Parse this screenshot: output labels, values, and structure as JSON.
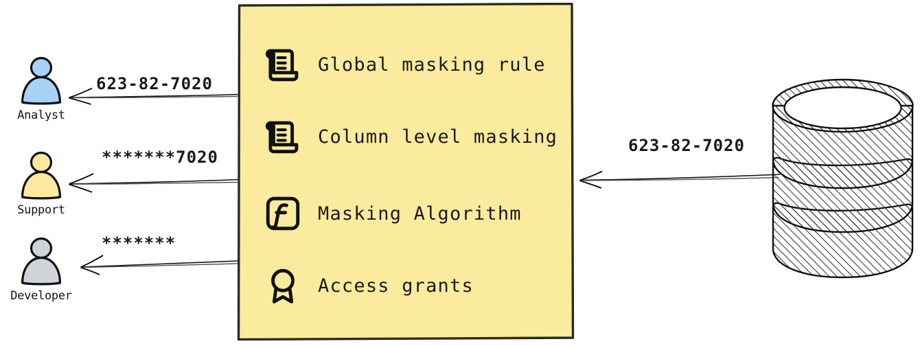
{
  "diagram": {
    "type": "data-masking-flow",
    "colors": {
      "panel_fill": "#fbeb9e",
      "panel_stroke": "#2b2b1f",
      "actor_analyst": "#a5d2f5",
      "actor_support": "#fbe9a0",
      "actor_developer": "#cfd4da",
      "stroke": "#111111",
      "background": "#ffffff"
    }
  },
  "actors": [
    {
      "id": "analyst",
      "label": "Analyst",
      "icon": "person-icon",
      "color": "#a5d2f5",
      "received_value": "623-82-7020",
      "arrow": "left-arrow-icon"
    },
    {
      "id": "support",
      "label": "Support",
      "icon": "person-icon",
      "color": "#fbe9a0",
      "received_value": "*******7020",
      "arrow": "left-arrow-icon"
    },
    {
      "id": "developer",
      "label": "Developer",
      "icon": "person-icon",
      "color": "#cfd4da",
      "received_value": "*******",
      "arrow": "left-arrow-icon"
    }
  ],
  "policy_panel": {
    "rows": [
      {
        "icon": "scroll-icon",
        "label": "Global masking rule"
      },
      {
        "icon": "scroll-icon",
        "label": "Column level masking"
      },
      {
        "icon": "function-icon",
        "label": "Masking Algorithm"
      },
      {
        "icon": "award-icon",
        "label": "Access grants"
      }
    ]
  },
  "source": {
    "id": "database",
    "icon": "database-cylinder-icon",
    "label": "",
    "emitted_value": "623-82-7020",
    "arrow": "left-arrow-icon"
  }
}
